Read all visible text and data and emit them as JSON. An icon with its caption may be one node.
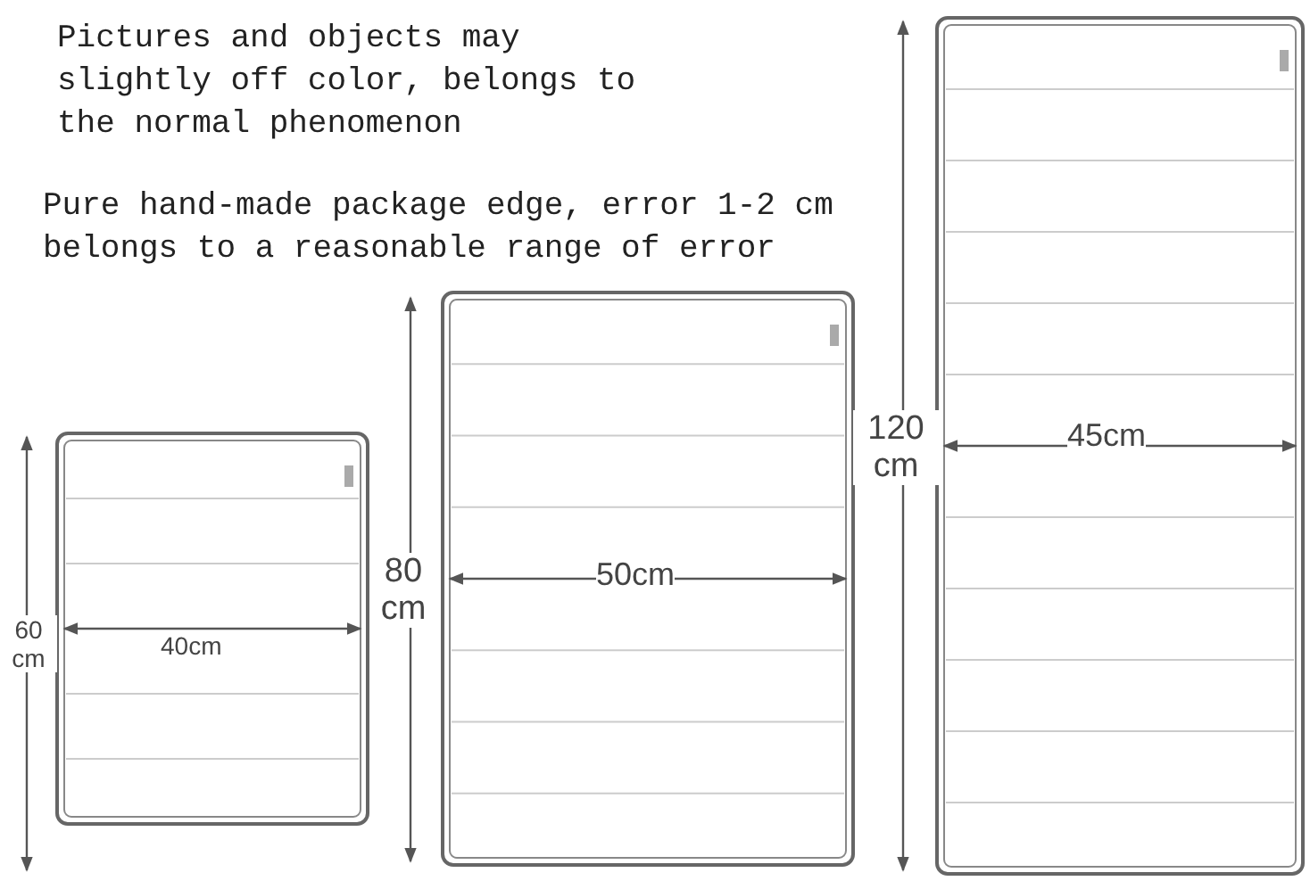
{
  "diagram": {
    "labels": [
      "Pictures and objects may slightly off color, belongs to the normal phenomenon",
      "Pure hand-made package edge, error 1-2 cm belongs to a reasonable range of error",
      "60 cm",
      "40cm",
      "80 cm",
      "50cm",
      "120 cm",
      "45cm"
    ]
  }
}
